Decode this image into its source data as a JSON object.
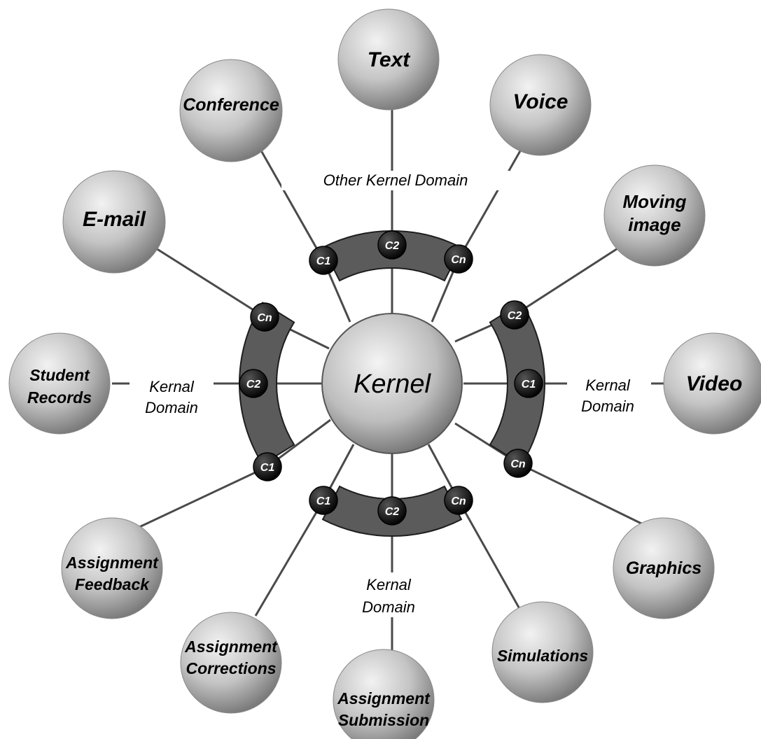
{
  "kernel": {
    "label": "Kernel"
  },
  "domains": {
    "top": "Other Kernel Domain",
    "left": [
      "Kernal",
      "Domain"
    ],
    "right": [
      "Kernal",
      "Domain"
    ],
    "bottom": [
      "Kernal",
      "Domain"
    ]
  },
  "connectors": {
    "top": [
      "C1",
      "C2",
      "Cn"
    ],
    "left": [
      "Cn",
      "C2",
      "C1"
    ],
    "right": [
      "C2",
      "C1",
      "Cn"
    ],
    "bottom": [
      "C1",
      "C2",
      "Cn"
    ]
  },
  "nodes": [
    {
      "id": "text",
      "lines": [
        "Text"
      ]
    },
    {
      "id": "conference",
      "lines": [
        "Conference"
      ]
    },
    {
      "id": "voice",
      "lines": [
        "Voice"
      ]
    },
    {
      "id": "email",
      "lines": [
        "E-mail"
      ]
    },
    {
      "id": "moving-image",
      "lines": [
        "Moving",
        "image"
      ]
    },
    {
      "id": "student-records",
      "lines": [
        "Student",
        "Records"
      ]
    },
    {
      "id": "video",
      "lines": [
        "Video"
      ]
    },
    {
      "id": "assignment-feedback",
      "lines": [
        "Assignment",
        "Feedback"
      ]
    },
    {
      "id": "graphics",
      "lines": [
        "Graphics"
      ]
    },
    {
      "id": "assignment-corrections",
      "lines": [
        "Assignment",
        "Corrections"
      ]
    },
    {
      "id": "assignment-submission",
      "lines": [
        "Assignment",
        "Submission"
      ]
    },
    {
      "id": "simulations",
      "lines": [
        "Simulations"
      ]
    }
  ]
}
